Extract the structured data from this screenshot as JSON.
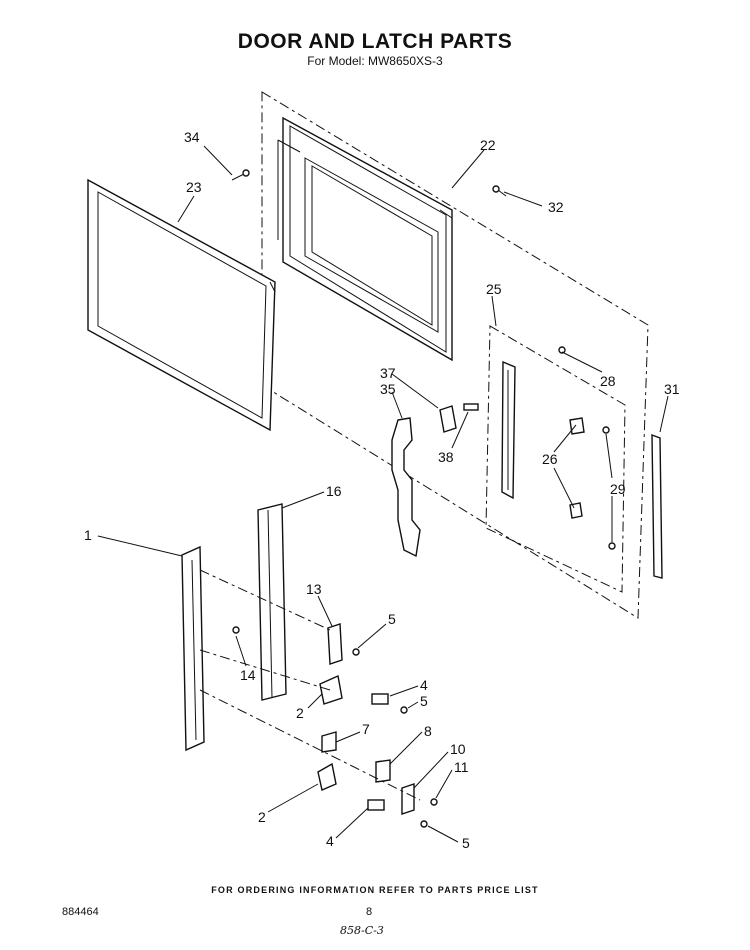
{
  "header": {
    "title": "DOOR AND LATCH PARTS",
    "subtitle": "For Model: MW8650XS-3"
  },
  "footer": {
    "note": "FOR ORDERING INFORMATION REFER TO PARTS PRICE LIST",
    "doc_number": "884464",
    "page_number": "8",
    "handwritten_code": "858-C-3"
  },
  "callouts": {
    "p1": "1",
    "p2a": "2",
    "p2b": "2",
    "p4a": "4",
    "p4b": "4",
    "p5a": "5",
    "p5b": "5",
    "p5c": "5",
    "p7": "7",
    "p8": "8",
    "p10": "10",
    "p11": "11",
    "p13": "13",
    "p14": "14",
    "p16": "16",
    "p22": "22",
    "p23": "23",
    "p25": "25",
    "p26": "26",
    "p28": "28",
    "p29": "29",
    "p31": "31",
    "p32": "32",
    "p34": "34",
    "p35": "35",
    "p37": "37",
    "p38": "38"
  }
}
